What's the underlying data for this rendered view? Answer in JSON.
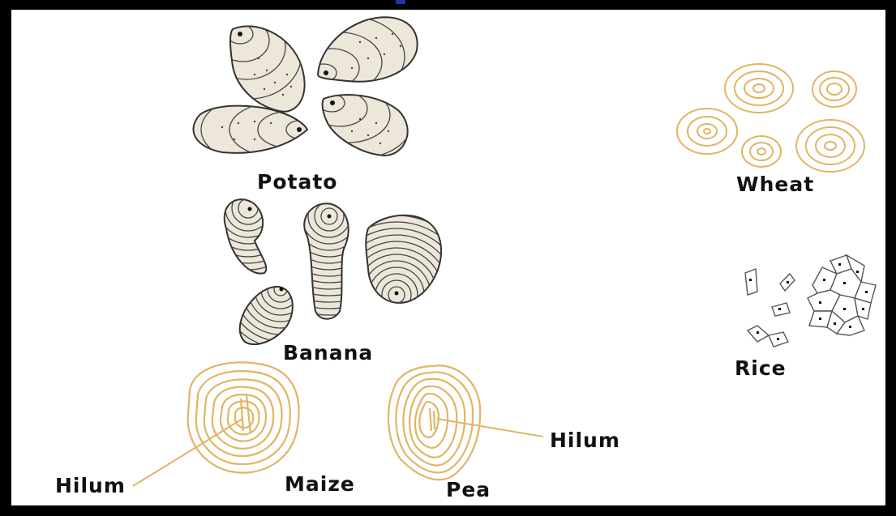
{
  "labels": {
    "potato": "Potato",
    "wheat": "Wheat",
    "banana": "Banana",
    "rice": "Rice",
    "maize": "Maize",
    "pea": "Pea",
    "hilum_left": "Hilum",
    "hilum_right": "Hilum"
  },
  "colors": {
    "frame": "#000000",
    "background": "#ffffff",
    "outline": "#333333",
    "grain_fill": "#ede7da",
    "gold": "#e2b464"
  }
}
